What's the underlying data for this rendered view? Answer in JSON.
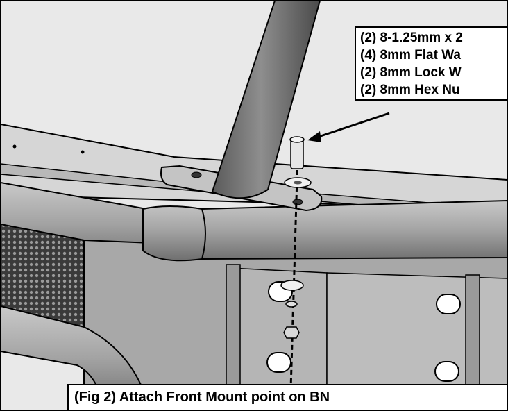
{
  "figure": {
    "parts_list": [
      "(2) 8-1.25mm x 2",
      "(4) 8mm Flat Wa",
      "(2) 8mm Lock W",
      "(2) 8mm Hex Nu"
    ],
    "caption": "(Fig 2) Attach Front Mount point on BN"
  },
  "colors": {
    "background": "#e9e9e9",
    "tube": "#8a8a8a",
    "tube_dark": "#555555",
    "outline": "#000000"
  }
}
